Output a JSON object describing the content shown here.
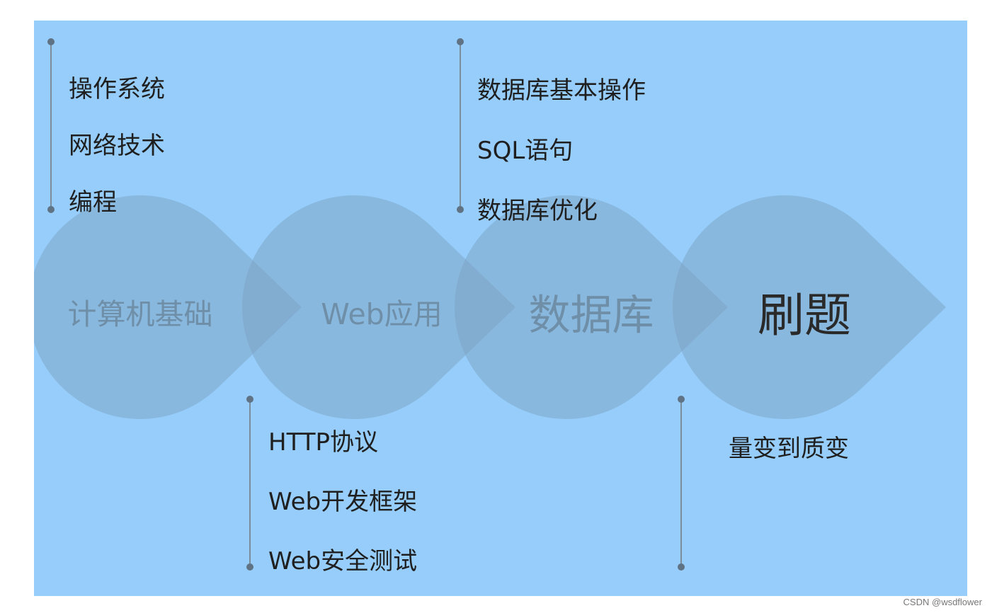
{
  "colors": {
    "background": "#96cdfa",
    "shape_fill": "#7a9fbf",
    "stage_text": "#6f8fa8",
    "highlight_text": "#2a2a2a",
    "connector": "#7b8d9b"
  },
  "stages": [
    {
      "label": "计算机基础"
    },
    {
      "label": "Web应用"
    },
    {
      "label": "数据库"
    },
    {
      "label": "刷题"
    }
  ],
  "groups": [
    {
      "stage": 0,
      "items": [
        "操作系统",
        "网络技术",
        "编程"
      ]
    },
    {
      "stage": 2,
      "items": [
        "数据库基本操作",
        "SQL语句",
        "数据库优化"
      ]
    },
    {
      "stage": 1,
      "items": [
        "HTTP协议",
        "Web开发框架",
        "Web安全测试"
      ]
    },
    {
      "stage": 3,
      "items": [
        "量变到质变"
      ]
    }
  ],
  "watermark": "CSDN @wsdflower"
}
